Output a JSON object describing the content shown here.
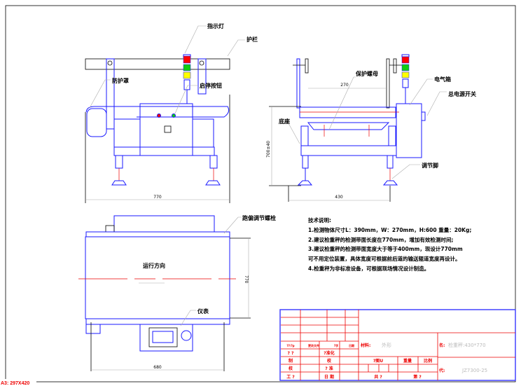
{
  "labels": {
    "indicator_light": "指示灯",
    "guardrail": "护栏",
    "protective_cover": "防护罩",
    "start_stop_button": "启停按钮",
    "protection_nut": "保护螺母",
    "electrical_box": "电气箱",
    "main_power_switch": "总电源开关",
    "base": "底座",
    "adjusting_foot": "调节脚",
    "deviation_bolt": "跑偏调节螺栓",
    "running_direction": "运行方向",
    "instrument": "仪表"
  },
  "dimensions": {
    "front_width": "770",
    "height": "700±40",
    "band_width": "270",
    "side_width": "430",
    "top_width": "770",
    "foot_span": "680"
  },
  "notes": {
    "title": "技术说明:",
    "lines": [
      "1.检测物体尺寸L：390mm，W：270mm，H:600   重量：20Kg;",
      "2.建议检重秤的检测带面长度在770mm，增加有效检测时间;",
      "3.建议检重秤的检测带面宽度大于等于400mm，现设计770mm",
      "可不用定位装置，具体宽度可根据前后道的输送辊道宽度再设计。",
      "4.检重秤为非标准设备，可根据现场情况设计制造。"
    ]
  },
  "title_block": {
    "rev_headers": [
      "??/?p",
      "更改文件",
      "?字",
      "日期"
    ],
    "material_label": "材料:",
    "material_value": "外形",
    "name_label": "名:",
    "name_value": "检重秤:430*770",
    "code_label": "代:",
    "code_value": "JZ7300-25",
    "cells": {
      "a": "? ?",
      "b": "?准化",
      "zhi": "制",
      "jiao1": "校",
      "jiao2": "校",
      "shen": "? 准",
      "gong": "工 ?",
      "riqi": "日 期",
      "stage": "?图U",
      "weight": "重量",
      "scale": "比例",
      "total": "共  ?",
      "sheet": "第  ?"
    }
  },
  "sheet_size": "A3: 297X420"
}
